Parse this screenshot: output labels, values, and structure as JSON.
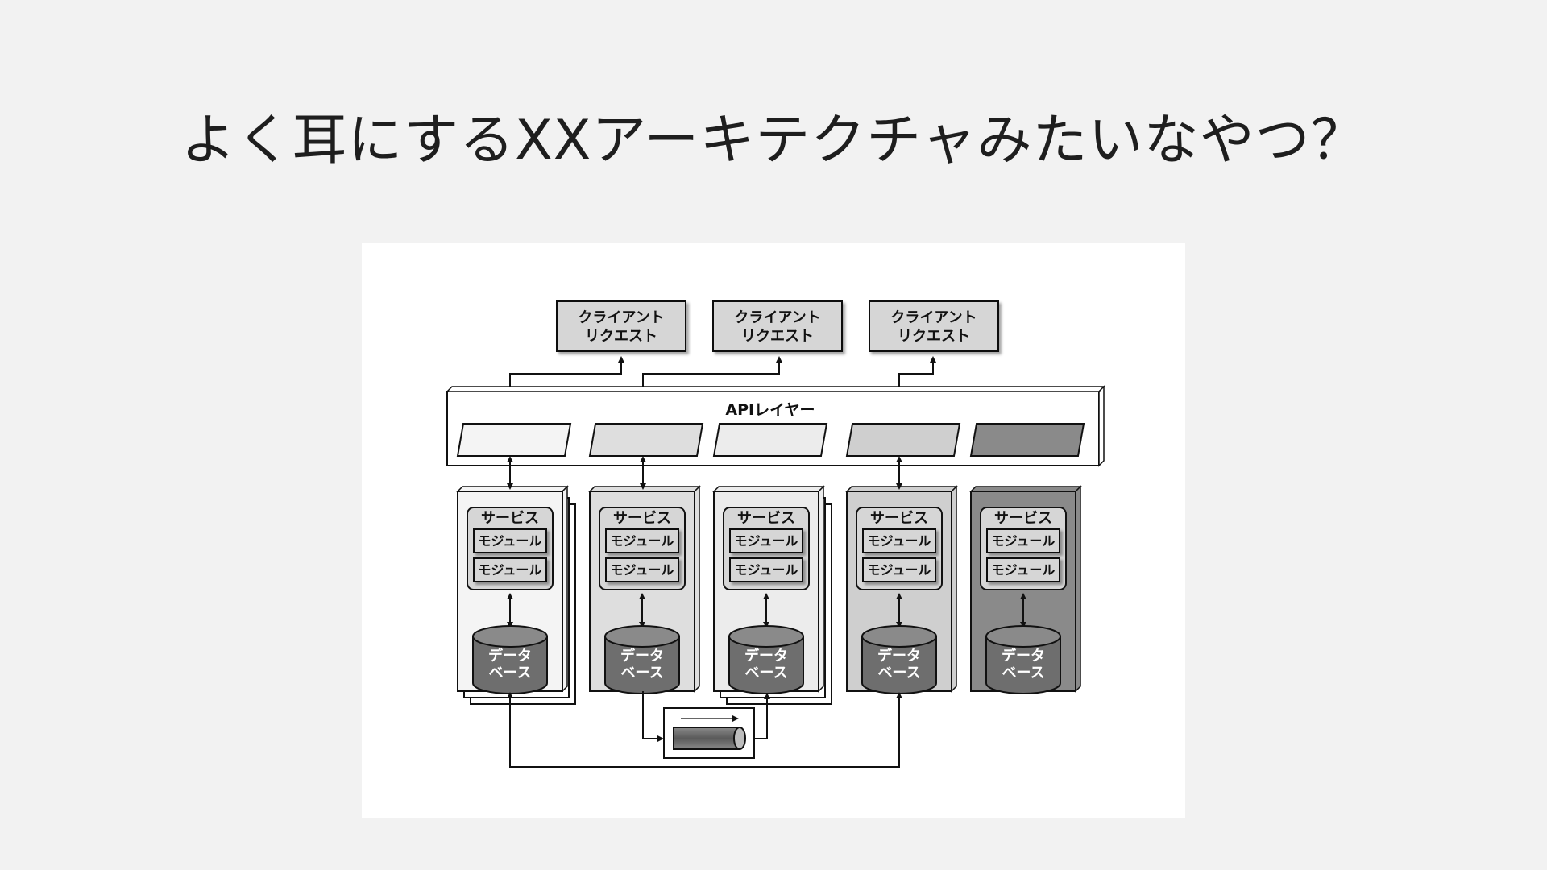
{
  "slide": {
    "title": "よく耳にするXXアーキテクチャみたいなやつ？"
  },
  "diagram": {
    "client_requests": [
      {
        "line1": "クライアント",
        "line2": "リクエスト"
      },
      {
        "line1": "クライアント",
        "line2": "リクエスト"
      },
      {
        "line1": "クライアント",
        "line2": "リクエスト"
      }
    ],
    "api_layer_label": "APIレイヤー",
    "services": [
      {
        "label": "サービス",
        "modules": [
          "モジュール",
          "モジュール"
        ],
        "database": [
          "データ",
          "ベース"
        ],
        "shade": "#f4f4f4",
        "stacked": true
      },
      {
        "label": "サービス",
        "modules": [
          "モジュール",
          "モジュール"
        ],
        "database": [
          "データ",
          "ベース"
        ],
        "shade": "#dedede",
        "stacked": false
      },
      {
        "label": "サービス",
        "modules": [
          "モジュール",
          "モジュール"
        ],
        "database": [
          "データ",
          "ベース"
        ],
        "shade": "#ececec",
        "stacked": true
      },
      {
        "label": "サービス",
        "modules": [
          "モジュール",
          "モジュール"
        ],
        "database": [
          "データ",
          "ベース"
        ],
        "shade": "#cfcfcf",
        "stacked": false
      },
      {
        "label": "サービス",
        "modules": [
          "モジュール",
          "モジュール"
        ],
        "database": [
          "データ",
          "ベース"
        ],
        "shade": "#8a8a8a",
        "stacked": false
      }
    ],
    "colors": {
      "box_fill": "#d6d6d6",
      "database_fill": "#6e6e6e",
      "line": "#111111"
    }
  }
}
